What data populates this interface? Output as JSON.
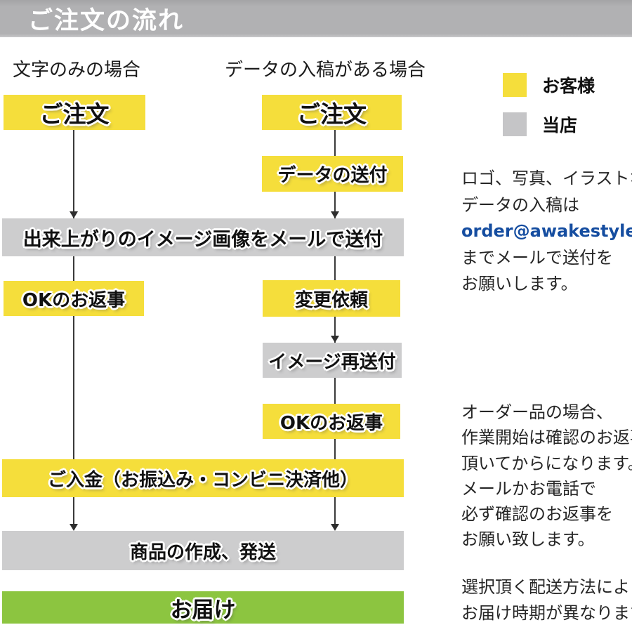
{
  "header": {
    "title": "ご注文の流れ",
    "bg": "#b1b1b3",
    "text_color": "#ffffff"
  },
  "columns": {
    "left_label": "文字のみの場合",
    "right_label": "データの入稿がある場合"
  },
  "legend": {
    "items": [
      {
        "label": "お客様",
        "color": "#f5de3b",
        "meaning": "customer-step"
      },
      {
        "label": "当店",
        "color": "#c5c5c7",
        "meaning": "shop-step"
      }
    ]
  },
  "colors": {
    "customer_yellow": "#f5de3b",
    "shop_gray": "#cdcdce",
    "delivery_green": "#8cc540",
    "flow_line": "#3a3a3a",
    "email_blue": "#154da0"
  },
  "boxes": {
    "left_order": "ご注文",
    "right_order": "ご注文",
    "data_send": "データの送付",
    "image_mail": "出来上がりのイメージ画像をメールで送付",
    "ok_left": "OKのお返事",
    "change_request": "変更依頼",
    "image_resend": "イメージ再送付",
    "ok_right": "OKのお返事",
    "payment": "ご入金（お振込み・コンビニ決済他）",
    "production": "商品の作成、発送",
    "delivery": "お届け"
  },
  "notes": {
    "data_submission": {
      "line1": "ロゴ、写真、イラストなど",
      "line2": "データの入稿は",
      "email": "order@awakestyle.com",
      "line4": "までメールで送付を",
      "line5": "お願いします。"
    },
    "order_confirmation": {
      "line1": "オーダー品の場合、",
      "line2": "作業開始は確認のお返事を",
      "line3": "頂いてからになります。",
      "line4": "メールかお電話で",
      "line5": "必ず確認のお返事を",
      "line6": "お願い致します。"
    },
    "shipping": {
      "line1": "選択頂く配送方法によって",
      "line2": "お届け時期が異なります。"
    }
  }
}
